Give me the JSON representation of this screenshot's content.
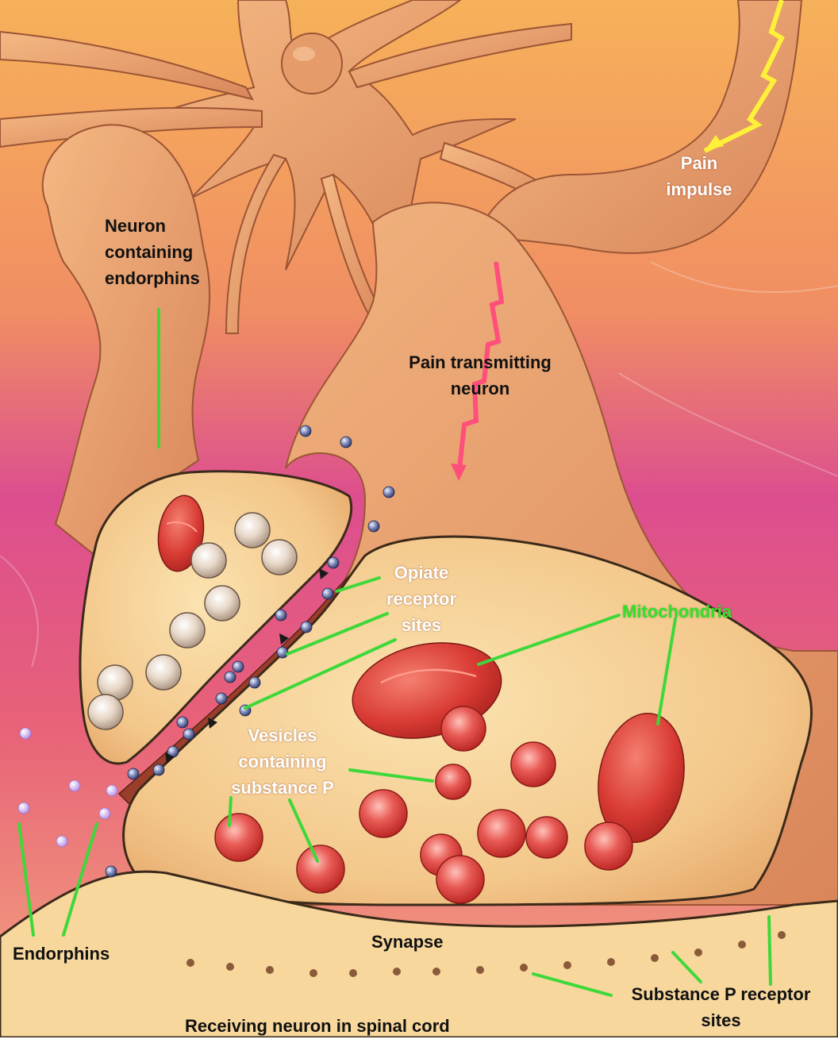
{
  "diagram": {
    "labels": {
      "pain_impulse": [
        "Pain",
        "impulse"
      ],
      "neuron_containing_endorphins": [
        "Neuron",
        "containing",
        "endorphins"
      ],
      "pain_transmitting_neuron": [
        "Pain transmitting",
        "neuron"
      ],
      "opiate_receptor_sites": [
        "Opiate",
        "receptor",
        "sites"
      ],
      "mitochondria": "Mitochondria",
      "vesicles_containing_substance_p": [
        "Vesicles",
        "containing",
        "substance P"
      ],
      "endorphins": "Endorphins",
      "synapse": "Synapse",
      "substance_p_receptor_sites": [
        "Substance P receptor",
        "sites"
      ],
      "receiving_neuron": "Receiving neuron in spinal cord"
    },
    "colors": {
      "leader_lines": "#3ed83a",
      "neuron_body": "#e8a06a",
      "terminal_fill": "#f5cf8e",
      "vesicle_red": "#d83a3a",
      "mitochondria_red": "#d4322e",
      "impulse_yellow": "#fff03a",
      "impulse_pink": "#ff4f7a"
    }
  }
}
